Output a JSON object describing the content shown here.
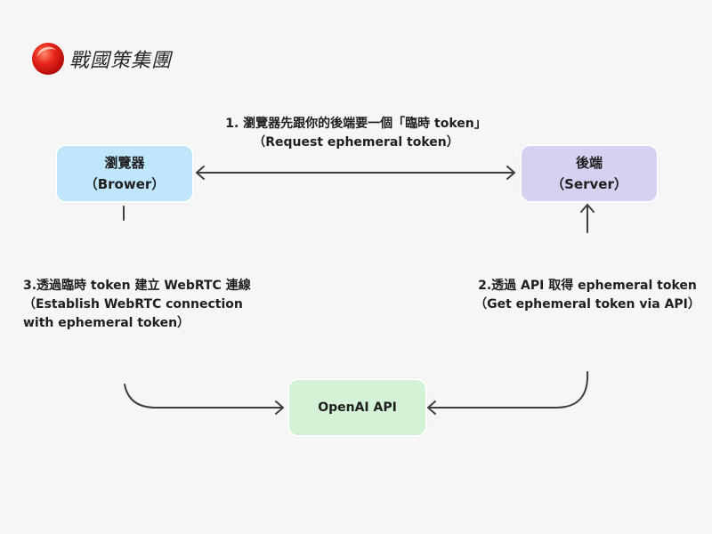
{
  "logo": {
    "icon": "red-sphere-logo-icon",
    "text": "戰國策集團"
  },
  "nodes": {
    "browser": {
      "title": "瀏覽器",
      "subtitle": "（Brower）",
      "color": "#bfe6fb"
    },
    "server": {
      "title": "後端",
      "subtitle": "（Server）",
      "color": "#d5d1f1"
    },
    "openai": {
      "title": "OpenAI API",
      "color": "#d4f2d5"
    }
  },
  "steps": {
    "step1": {
      "line1": "1. 瀏覽器先跟你的後端要一個「臨時 token」",
      "line2": "（Request ephemeral token）"
    },
    "step2": {
      "line1": "2.透過 API 取得 ephemeral token",
      "line2": "（Get ephemeral token via API）"
    },
    "step3": {
      "line1": "3.透過臨時 token 建立 WebRTC 連線",
      "line2": "（Establish WebRTC connection",
      "line3": "with ephemeral token）"
    }
  },
  "edges": [
    {
      "from": "browser",
      "to": "server",
      "direction": "bidirectional",
      "label": "step1"
    },
    {
      "from": "server",
      "to": "openai",
      "direction": "openai-to-server",
      "label": "step2"
    },
    {
      "from": "browser",
      "to": "openai",
      "direction": "browser-to-openai",
      "label": "step3"
    }
  ],
  "colors": {
    "background": "#f6f6f6",
    "arrow": "#3f3f42",
    "text": "#1f1f1f"
  }
}
